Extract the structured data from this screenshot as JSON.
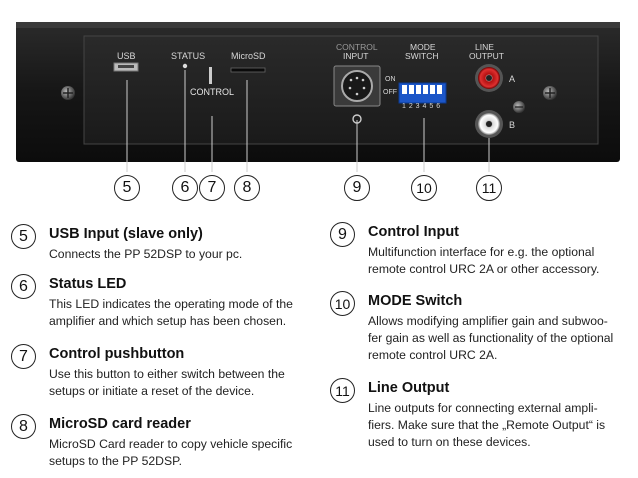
{
  "device": {
    "usb_label": "USB",
    "status_label": "STATUS",
    "microsd_label": "MicroSD",
    "control_label": "CONTROL",
    "control_input_label_1": "CONTROL",
    "control_input_label_2": "INPUT",
    "mode_label_1": "MODE",
    "mode_label_2": "SWITCH",
    "on_label": "ON",
    "off_label": "OFF",
    "switch_numbers": "1 2 3 4 5 6",
    "line_output_label_1": "LINE",
    "line_output_label_2": "OUTPUT",
    "channel_a": "A",
    "channel_b": "B"
  },
  "callouts": [
    "5",
    "6",
    "7",
    "8",
    "9",
    "10",
    "11"
  ],
  "items": [
    {
      "num": "5",
      "title": "USB Input (slave only)",
      "desc": [
        "Connects the PP 52DSP to your pc."
      ]
    },
    {
      "num": "6",
      "title": "Status LED",
      "desc": [
        "This LED indicates the operating mode of the",
        "amplifier and which setup has been chosen."
      ]
    },
    {
      "num": "7",
      "title": "Control pushbutton",
      "desc": [
        "Use this button to either switch between the",
        "setups or initiate a reset of the device."
      ]
    },
    {
      "num": "8",
      "title": "MicroSD card reader",
      "desc": [
        "MicroSD Card reader to copy vehicle specific",
        "setups to the PP 52DSP."
      ]
    },
    {
      "num": "9",
      "title": "Control Input",
      "desc": [
        "Multifunction interface for e.g. the optional",
        "remote control URC 2A or other accessory."
      ]
    },
    {
      "num": "10",
      "title": "MODE Switch",
      "desc": [
        "Allows modifying amplifier gain and subwoo-",
        "fer gain as well as functionality of the optional",
        "remote control URC 2A."
      ]
    },
    {
      "num": "11",
      "title": "Line Output",
      "desc": [
        "Line outputs for connecting external ampli-",
        "fiers. Make sure that the „Remote Output“ is",
        "used to turn on these devices."
      ]
    }
  ]
}
